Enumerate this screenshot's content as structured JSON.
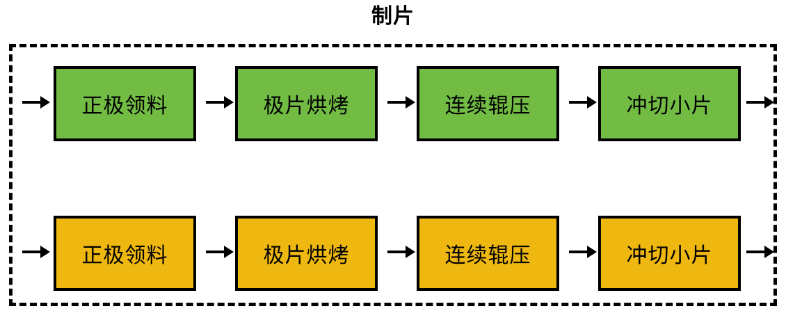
{
  "diagram": {
    "title": "制片",
    "container": {
      "border_style": "dashed",
      "border_color": "#000000"
    },
    "colors": {
      "green": "#72BC44",
      "orange": "#EFB810",
      "stroke": "#000000",
      "background": "#ffffff"
    },
    "rows": [
      {
        "name": "green-process-line",
        "color": "#72BC44",
        "steps": [
          {
            "label": "正极领料"
          },
          {
            "label": "极片烘烤"
          },
          {
            "label": "连续辊压"
          },
          {
            "label": "冲切小片"
          }
        ],
        "arrows": [
          "→",
          "→",
          "→",
          "→",
          "→"
        ]
      },
      {
        "name": "orange-process-line",
        "color": "#EFB810",
        "steps": [
          {
            "label": "正极领料"
          },
          {
            "label": "极片烘烤"
          },
          {
            "label": "连续辊压"
          },
          {
            "label": "冲切小片"
          }
        ],
        "arrows": [
          "→",
          "→",
          "→",
          "→",
          "→"
        ]
      }
    ]
  }
}
